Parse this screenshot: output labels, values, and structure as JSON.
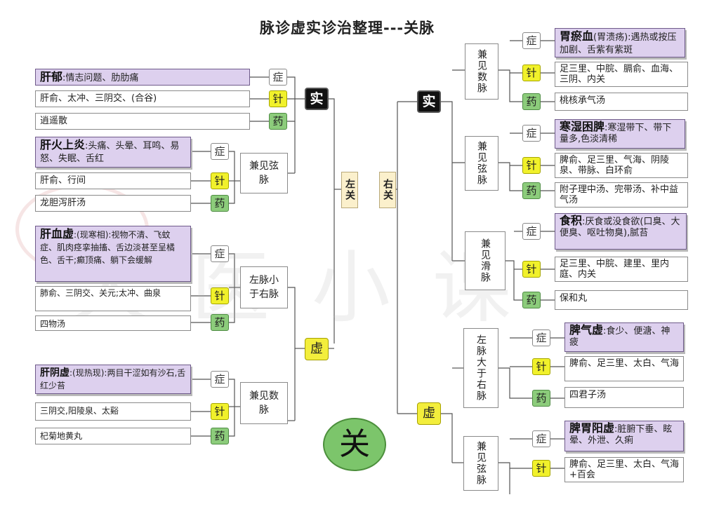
{
  "title": "脉诊虚实诊治整理---关脉",
  "center": "关",
  "watermark": "大医小课",
  "tags": {
    "zheng": "症",
    "zhen": "针",
    "yao": "药"
  },
  "shi": "实",
  "xu": "虚",
  "left_side": "左关",
  "right_side": "右关",
  "left": {
    "shi_direct": {
      "zheng_name": "肝郁",
      "zheng_desc": ":情志问题、肋肋痛",
      "zhen": "肝俞、太冲、三阴交、(合谷)",
      "yao": "逍遥散"
    },
    "shi_xian": {
      "label": "兼见弦脉",
      "zheng_name": "肝火上炎",
      "zheng_desc": ":头痛、头晕、耳鸣、易怒、失眠、舌红",
      "zhen": "肝俞、行间",
      "yao": "龙胆泻肝汤"
    },
    "xu_xiao": {
      "label": "左脉小于右脉",
      "zheng_name": "肝血虚",
      "zheng_desc": ":(现寒相):视物不清、飞蚊症、肌肉痉挛抽搐、舌边淡甚至呈橘色、舌干;癫顶痛、躺下会缓解",
      "zhen": "肺俞、三阴交、关元;太冲、曲泉",
      "yao": "四物汤"
    },
    "xu_shu": {
      "label": "兼见数脉",
      "zheng_name": "肝阴虚",
      "zheng_desc": ":(现热现):两目干涩如有沙石,舌红少苔",
      "zhen": "三阴交,阳陵泉、太谿",
      "yao": "杞菊地黄丸"
    }
  },
  "right": {
    "shi_shu": {
      "label": "兼见数脉",
      "zheng_name": "胃瘀血",
      "zheng_desc": "(胃溃疡):遇热或按压加剧、舌紫有紫斑",
      "zhen": "足三里、中脘、膈俞、血海、三阴、内关",
      "yao": "桃核承气汤"
    },
    "shi_xian": {
      "label": "兼见弦脉",
      "zheng_name": "寒湿困脾",
      "zheng_desc": ":寒湿带下、带下量多,色淡清稀",
      "zhen": "脾俞、足三里、气海、阴陵泉、带脉、白环俞",
      "yao": "附子理中汤、完带汤、补中益气汤"
    },
    "shi_hua": {
      "label": "兼见滑脉",
      "zheng_name": "食积",
      "zheng_desc": ":厌食或没食欲(口臭、大便臭、呕吐物臭),腻苔",
      "zhen": "足三里、中脘、建里、里内庭、内关",
      "yao": "保和丸"
    },
    "xu_da": {
      "label": "左脉大于右脉",
      "zheng_name": "脾气虚",
      "zheng_desc": ":食少、便溏、神疲",
      "zhen": "脾俞、足三里、太白、气海",
      "yao": "四君子汤"
    },
    "xu_xian": {
      "label": "兼见弦脉",
      "zheng_name": "脾胃阳虚",
      "zheng_desc": ":脏腑下垂、眩晕、外泄、久痢",
      "zhen": "脾俞、足三里、太白、气海+百会",
      "yao": ""
    }
  }
}
